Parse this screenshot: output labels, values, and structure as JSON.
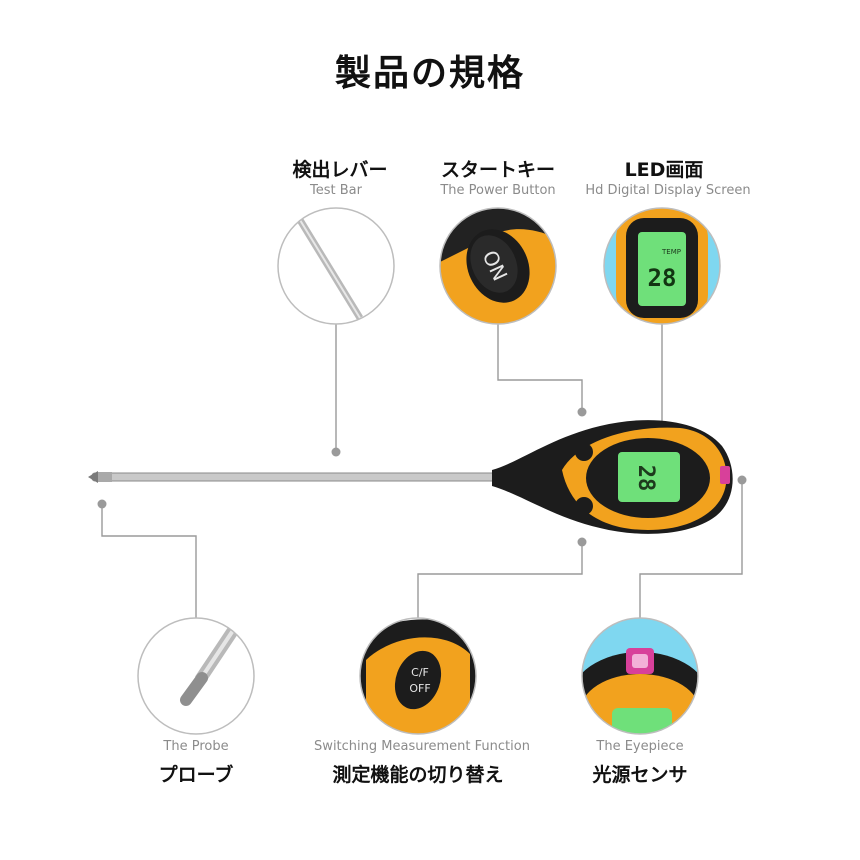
{
  "title": "製品の規格",
  "callouts": {
    "test_bar": {
      "jp": "検出レバー",
      "en": "Test Bar"
    },
    "power_button": {
      "jp": "スタートキー",
      "en": "The Power Button",
      "button_text": "ON"
    },
    "lcd": {
      "jp": "LED画面",
      "en": "Hd Digital Display Screen",
      "readout": "28",
      "unit": "TEMP"
    },
    "probe": {
      "jp": "プローブ",
      "en": "The Probe"
    },
    "switch": {
      "jp": "測定機能の切り替え",
      "en": "Switching Measurement Function",
      "button_text_1": "C/F",
      "button_text_2": "OFF"
    },
    "eyepiece": {
      "jp": "光源センサ",
      "en": "The Eyepiece"
    }
  },
  "device": {
    "readout": "28"
  },
  "colors": {
    "orange": "#f2a21e",
    "body": "#1c1c1c",
    "lcd": "#6fe07a",
    "line": "#888888"
  }
}
